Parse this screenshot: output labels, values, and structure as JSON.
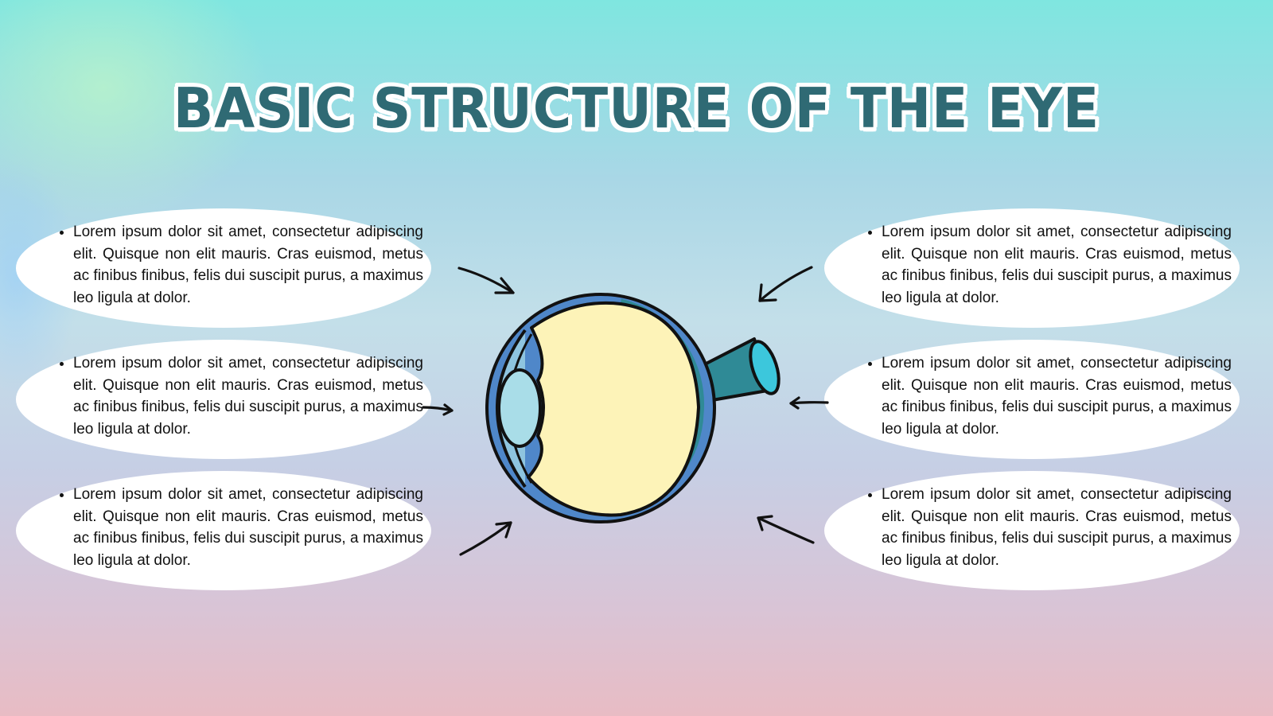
{
  "title": "Basic Structure of the Eye",
  "bubbles": [
    {
      "text": "Lorem ipsum dolor sit amet, consectetur adipiscing elit. Quisque non elit mauris. Cras euismod, metus ac finibus finibus, felis dui suscipit purus, a maximus leo ligula at dolor."
    },
    {
      "text": "Lorem ipsum dolor sit amet, consectetur adipiscing elit. Quisque non elit mauris. Cras euismod, metus ac finibus finibus, felis dui suscipit purus, a maximus leo ligula at dolor."
    },
    {
      "text": "Lorem ipsum dolor sit amet, consectetur adipiscing elit. Quisque non elit mauris. Cras euismod, metus ac finibus finibus, felis dui suscipit purus, a maximus leo ligula at dolor."
    },
    {
      "text": "Lorem ipsum dolor sit amet, consectetur adipiscing elit. Quisque non elit mauris. Cras euismod, metus ac finibus finibus, felis dui suscipit purus, a maximus leo ligula at dolor."
    },
    {
      "text": "Lorem ipsum dolor sit amet, consectetur adipiscing elit. Quisque non elit mauris. Cras euismod, metus ac finibus finibus, felis dui suscipit purus, a maximus leo ligula at dolor."
    },
    {
      "text": "Lorem ipsum dolor sit amet, consectetur adipiscing elit. Quisque non elit mauris. Cras euismod, metus ac finibus finibus, felis dui suscipit purus, a maximus leo ligula at dolor."
    }
  ],
  "colors": {
    "title": "#2f6a74",
    "eye_fill": "#fdf3b8",
    "lens": "#a9dde8",
    "sclera_blue": "#4f87c9",
    "optic_nerve": "#2f8a96",
    "nerve_tip": "#3cc7dc"
  },
  "icons": [
    "arrow-icon",
    "eye-illustration",
    "dot-pattern"
  ]
}
